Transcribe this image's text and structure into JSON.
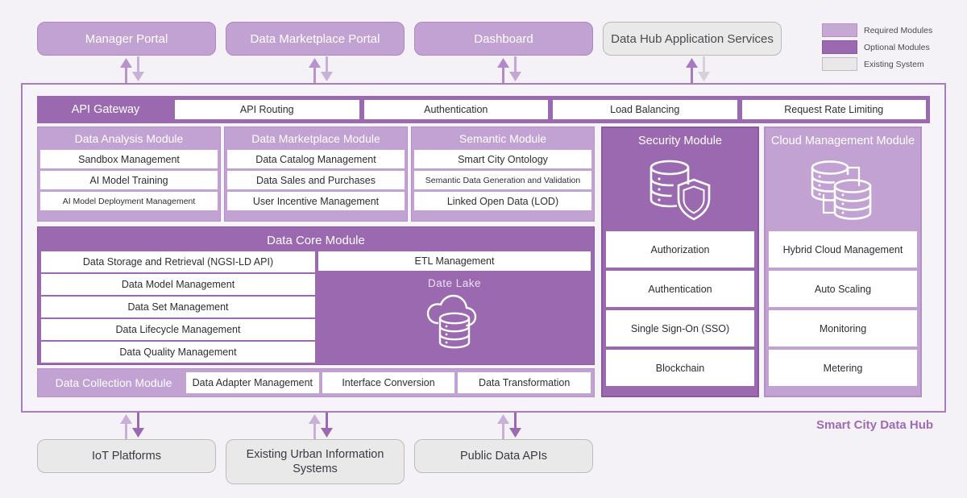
{
  "legend": {
    "items": [
      {
        "label": "Required Modules",
        "color": "#c6a8d4",
        "key": "required"
      },
      {
        "label": "Optional Modules",
        "color": "#9b69b0",
        "key": "optional"
      },
      {
        "label": "Existing System",
        "color": "#e8e8e8",
        "key": "existing"
      }
    ]
  },
  "top_portals": [
    {
      "label": "Manager Portal",
      "type": "required"
    },
    {
      "label": "Data Marketplace Portal",
      "type": "required"
    },
    {
      "label": "Dashboard",
      "type": "required"
    },
    {
      "label": "Data Hub Application Services",
      "type": "existing"
    }
  ],
  "api_gateway": {
    "title": "API Gateway",
    "cells": [
      "API Routing",
      "Authentication",
      "Load Balancing",
      "Request Rate Limiting"
    ]
  },
  "modules": [
    {
      "title": "Data Analysis Module",
      "type": "required",
      "items": [
        "Sandbox Management",
        "AI Model Training",
        "AI Model Deployment Management"
      ]
    },
    {
      "title": "Data Marketplace Module",
      "type": "required",
      "items": [
        "Data Catalog Management",
        "Data Sales and Purchases",
        "User Incentive Management"
      ]
    },
    {
      "title": "Semantic Module",
      "type": "required",
      "items": [
        "Smart City Ontology",
        "Semantic Data Generation and Validation",
        "Linked Open Data (LOD)"
      ]
    }
  ],
  "tall_modules": [
    {
      "title": "Security Module",
      "type": "optional",
      "icon": "database-shield-icon",
      "items": [
        "Authorization",
        "Authentication",
        "Single Sign-On (SSO)",
        "Blockchain"
      ]
    },
    {
      "title": "Cloud Management Module",
      "type": "required",
      "icon": "linked-databases-icon",
      "items": [
        "Hybrid Cloud Management",
        "Auto Scaling",
        "Monitoring",
        "Metering"
      ]
    }
  ],
  "data_core": {
    "title": "Data Core Module",
    "left_items": [
      "Data Storage and Retrieval (NGSI-LD API)",
      "Data Model Management",
      "Data Set Management",
      "Data Lifecycle Management",
      "Data Quality Management"
    ],
    "etl_label": "ETL Management",
    "lake_label": "Date  Lake",
    "lake_icon": "cloud-database-icon"
  },
  "data_collection": {
    "title": "Data Collection Module",
    "cells": [
      "Data Adapter Management",
      "Interface Conversion",
      "Data Transformation"
    ]
  },
  "bottom_systems": [
    {
      "label": "IoT Platforms",
      "type": "existing"
    },
    {
      "label": "Existing Urban Information Systems",
      "type": "existing"
    },
    {
      "label": "Public Data APIs",
      "type": "existing"
    }
  ],
  "hub_caption": "Smart City Data Hub",
  "colors": {
    "required": "#c2a2d2",
    "optional": "#9b69b0",
    "existing": "#e9e9e9",
    "frame": "#a57fbc",
    "background": "#f4f1f7",
    "caption": "#9b6bb5"
  }
}
